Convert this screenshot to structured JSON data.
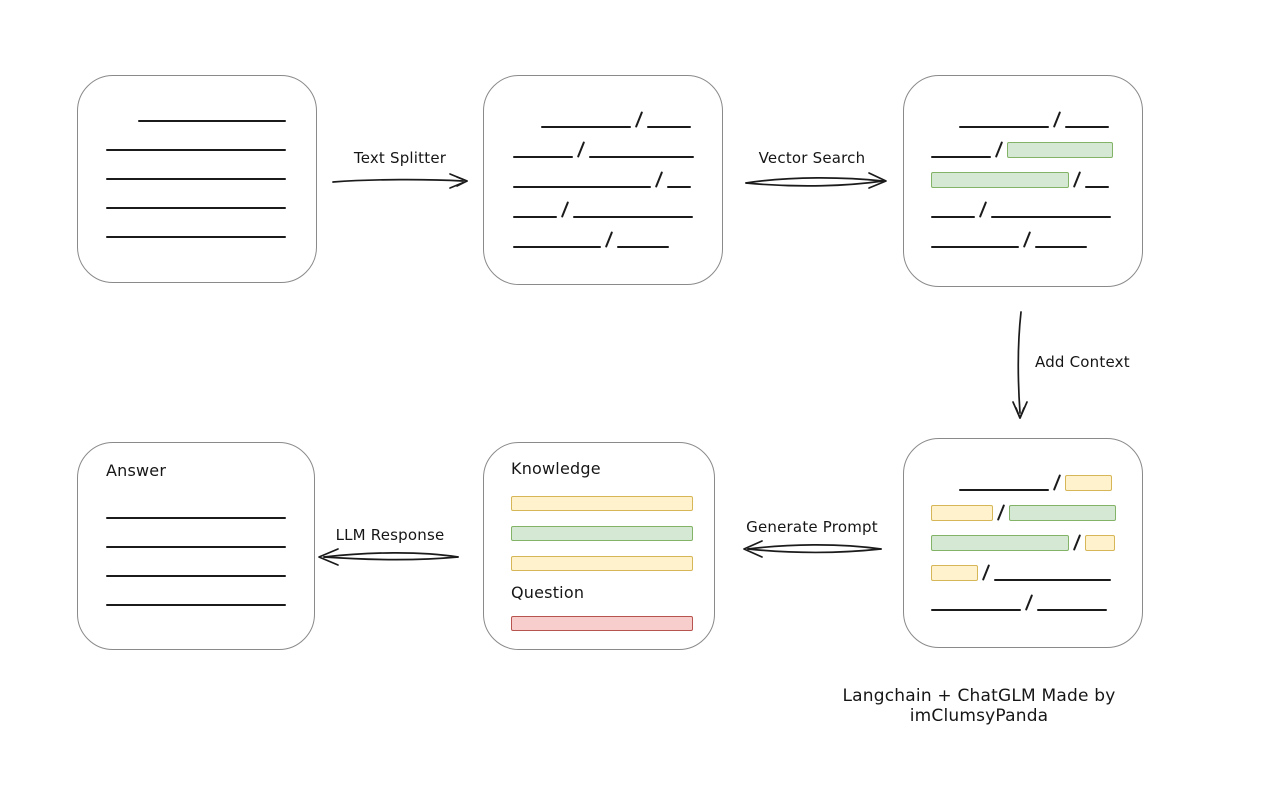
{
  "palette": {
    "line_color": "#1b1b1b",
    "box_border": "#8a8a8a",
    "green_fill": "#d5e8d4",
    "green_stroke": "#82b366",
    "yellow_fill": "#fff2cc",
    "yellow_stroke": "#d6b656",
    "red_fill": "#f8cecc",
    "red_stroke": "#b85450"
  },
  "caption": "Langchain + ChatGLM Made by imClumsyPanda",
  "arrows": [
    {
      "label": "Text Splitter",
      "from": "source-document",
      "to": "text-chunks",
      "direction": "right"
    },
    {
      "label": "Vector Search",
      "from": "text-chunks",
      "to": "retrieved-chunks",
      "direction": "right"
    },
    {
      "label": "Add Context",
      "from": "retrieved-chunks",
      "to": "context-chunks",
      "direction": "down"
    },
    {
      "label": "Generate Prompt",
      "from": "context-chunks",
      "to": "prompt",
      "direction": "left"
    },
    {
      "label": "LLM Response",
      "from": "prompt",
      "to": "answer",
      "direction": "left"
    }
  ],
  "boxes": {
    "document": {
      "rows": [
        {
          "indent": 32,
          "segs": [
            {
              "t": "line",
              "w": 148
            }
          ]
        },
        {
          "segs": [
            {
              "t": "line",
              "w": 180
            }
          ]
        },
        {
          "segs": [
            {
              "t": "line",
              "w": 180
            }
          ]
        },
        {
          "segs": [
            {
              "t": "line",
              "w": 180
            }
          ]
        },
        {
          "segs": [
            {
              "t": "line",
              "w": 180
            }
          ]
        }
      ]
    },
    "chunks": {
      "rows": [
        {
          "indent": 28,
          "segs": [
            {
              "t": "line",
              "w": 90
            },
            {
              "t": "slash"
            },
            {
              "t": "line",
              "w": 44
            }
          ]
        },
        {
          "segs": [
            {
              "t": "line",
              "w": 60
            },
            {
              "t": "slash"
            },
            {
              "t": "line",
              "w": 105
            }
          ]
        },
        {
          "segs": [
            {
              "t": "line",
              "w": 138
            },
            {
              "t": "slash"
            },
            {
              "t": "line",
              "w": 24
            }
          ]
        },
        {
          "segs": [
            {
              "t": "line",
              "w": 44
            },
            {
              "t": "slash"
            },
            {
              "t": "line",
              "w": 120
            }
          ]
        },
        {
          "segs": [
            {
              "t": "line",
              "w": 88
            },
            {
              "t": "slash"
            },
            {
              "t": "line",
              "w": 52
            }
          ]
        }
      ]
    },
    "retrieved": {
      "rows": [
        {
          "indent": 28,
          "segs": [
            {
              "t": "line",
              "w": 90
            },
            {
              "t": "slash"
            },
            {
              "t": "line",
              "w": 44
            }
          ]
        },
        {
          "segs": [
            {
              "t": "line",
              "w": 60
            },
            {
              "t": "slash"
            },
            {
              "t": "green",
              "w": 106
            }
          ]
        },
        {
          "segs": [
            {
              "t": "green",
              "w": 138
            },
            {
              "t": "slash"
            },
            {
              "t": "line",
              "w": 24
            }
          ]
        },
        {
          "segs": [
            {
              "t": "line",
              "w": 44
            },
            {
              "t": "slash"
            },
            {
              "t": "line",
              "w": 120
            }
          ]
        },
        {
          "segs": [
            {
              "t": "line",
              "w": 88
            },
            {
              "t": "slash"
            },
            {
              "t": "line",
              "w": 52
            }
          ]
        }
      ]
    },
    "context": {
      "rows": [
        {
          "indent": 28,
          "segs": [
            {
              "t": "line",
              "w": 90
            },
            {
              "t": "slash"
            },
            {
              "t": "yellow",
              "w": 47
            }
          ]
        },
        {
          "segs": [
            {
              "t": "yellow",
              "w": 62
            },
            {
              "t": "slash"
            },
            {
              "t": "green",
              "w": 107
            }
          ]
        },
        {
          "segs": [
            {
              "t": "green",
              "w": 138
            },
            {
              "t": "slash"
            },
            {
              "t": "yellow",
              "w": 30
            }
          ]
        },
        {
          "segs": [
            {
              "t": "yellow",
              "w": 47
            },
            {
              "t": "slash"
            },
            {
              "t": "line",
              "w": 117
            }
          ]
        },
        {
          "segs": [
            {
              "t": "line",
              "w": 90
            },
            {
              "t": "slash"
            },
            {
              "t": "line",
              "w": 70
            }
          ]
        }
      ]
    },
    "prompt": {
      "knowledge_label": "Knowledge",
      "question_label": "Question",
      "knowledge_bars": [
        "yellow",
        "green",
        "yellow"
      ],
      "question_bars": [
        "red"
      ]
    },
    "answer": {
      "label": "Answer",
      "rows": [
        {
          "segs": [
            {
              "t": "line",
              "w": 180
            }
          ]
        },
        {
          "segs": [
            {
              "t": "line",
              "w": 180
            }
          ]
        },
        {
          "segs": [
            {
              "t": "line",
              "w": 180
            }
          ]
        },
        {
          "segs": [
            {
              "t": "line",
              "w": 180
            }
          ]
        }
      ]
    }
  }
}
